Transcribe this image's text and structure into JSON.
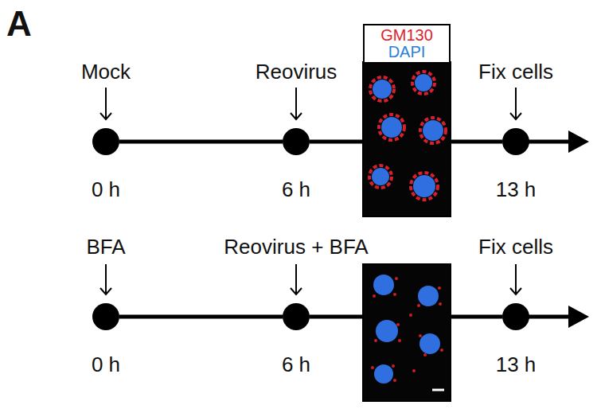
{
  "diagram": {
    "nodes": [
      {
        "text": [
          "Mock",
          "0 h"
        ]
      },
      {
        "text": [
          "Reovirus",
          "6 h"
        ]
      },
      {
        "text": [
          "GM130",
          "DAPI"
        ]
      },
      {
        "text": [
          "Fix cells",
          "13 h"
        ]
      },
      {
        "text": [
          "BFA",
          "0 h"
        ]
      },
      {
        "text": [
          "Reovirus + BFA",
          "6 h"
        ]
      },
      {
        "text": [
          "Fix cells",
          "13 h"
        ]
      }
    ],
    "edges": [
      {
        "from": 0,
        "to": 1,
        "arrow": "none"
      },
      {
        "from": 1,
        "to": 3,
        "arrow": "none"
      },
      {
        "from": 4,
        "to": 5,
        "arrow": "none"
      },
      {
        "from": 5,
        "to": 6,
        "arrow": "none"
      }
    ],
    "labels": [
      "A"
    ]
  }
}
